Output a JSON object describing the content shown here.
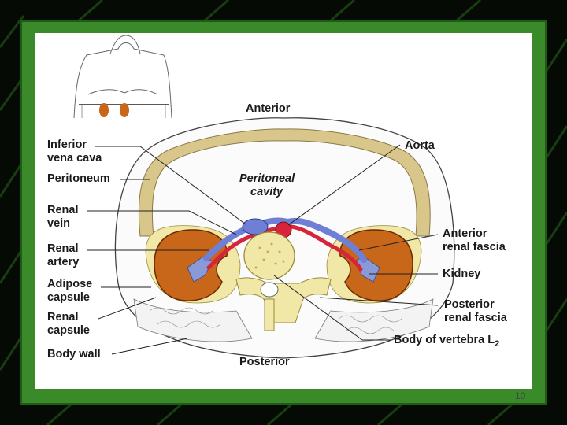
{
  "labels": {
    "anterior": "Anterior",
    "posterior": "Posterior",
    "inferior_vena_cava": [
      "Inferior",
      "vena cava"
    ],
    "peritoneum": "Peritoneum",
    "renal_vein": [
      "Renal",
      "vein"
    ],
    "renal_artery": [
      "Renal",
      "artery"
    ],
    "adipose_capsule": [
      "Adipose",
      "capsule"
    ],
    "renal_capsule": [
      "Renal",
      "capsule"
    ],
    "body_wall": "Body wall",
    "peritoneal_cavity": [
      "Peritoneal",
      "cavity"
    ],
    "aorta": "Aorta",
    "anterior_renal_fascia": [
      "Anterior",
      "renal fascia"
    ],
    "kidney": "Kidney",
    "posterior_renal_fascia": [
      "Posterior",
      "renal fascia"
    ],
    "body_of_vertebra": "Body of vertebra L",
    "vertebra_subscript": "2"
  },
  "page_number": "10",
  "colors": {
    "frame_green": "#3a8a2a",
    "kidney_orange": "#c8661a",
    "vein_blue": "#6f7fd6",
    "artery_red": "#d8243a",
    "fat_yellow": "#f1e8a8",
    "peritoneum_tan": "#d9c68a"
  }
}
